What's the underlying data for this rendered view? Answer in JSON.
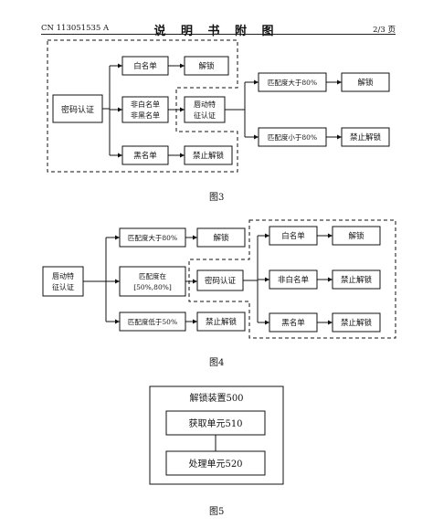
{
  "header": {
    "patent_number": "CN 113051535 A",
    "title": "说 明 书 附 图",
    "page": "2/3 页"
  },
  "fig3": {
    "caption": "图3",
    "nodes": {
      "password_auth": "密码认证",
      "whitelist": "白名单",
      "non_list_line1": "非白名单",
      "non_list_line2": "非黑名单",
      "blacklist": "黑名单",
      "unlock_1": "解锁",
      "lip_line1": "唇动特",
      "lip_line2": "征认证",
      "forbid_1": "禁止解锁",
      "match_gt80": "匹配度大于80%",
      "match_lt80": "匹配度小于80%",
      "unlock_2": "解锁",
      "forbid_2": "禁止解锁"
    }
  },
  "fig4": {
    "caption": "图4",
    "nodes": {
      "lip_line1": "唇动特",
      "lip_line2": "征认证",
      "match_gt80": "匹配度大于80%",
      "match_mid_line1": "匹配度在",
      "match_mid_line2": "[50%,80%]",
      "match_lt50": "匹配度低于50%",
      "unlock_1": "解锁",
      "password_auth": "密码认证",
      "forbid_1": "禁止解锁",
      "whitelist": "白名单",
      "non_whitelist": "非白名单",
      "blacklist": "黑名单",
      "unlock_2": "解锁",
      "forbid_2": "禁止解锁",
      "forbid_3": "禁止解锁"
    }
  },
  "fig5": {
    "caption": "图5",
    "device": "解锁装置500",
    "acquire": "获取单元510",
    "process": "处理单元520"
  }
}
